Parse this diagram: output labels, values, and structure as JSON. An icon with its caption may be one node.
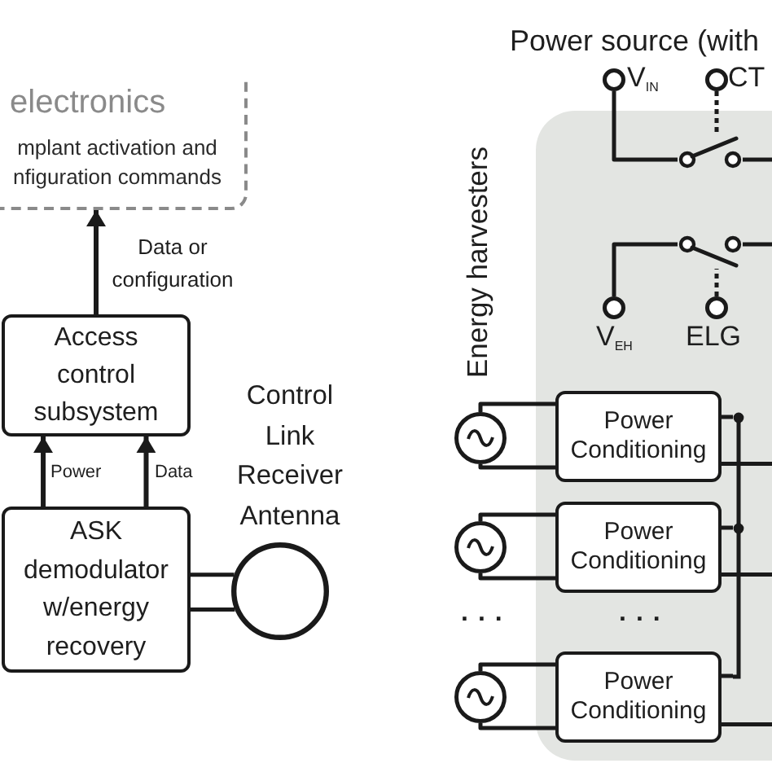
{
  "diagram": {
    "nodes": [
      {
        "text": [
          "electronics",
          "mplant activation and nfiguration commands"
        ]
      },
      {
        "text": [
          "Access control subsystem"
        ]
      },
      {
        "text": [
          "ASK demodulator w/energy recovery"
        ]
      },
      {
        "text": [],
        "shape": "circle",
        "beside": [
          "Control Link Receiver Antenna"
        ]
      },
      {
        "text": [],
        "shape": "circle",
        "beside": [
          "V$_{IN}$"
        ]
      },
      {
        "text": [],
        "shape": "circle",
        "beside": [
          "CT"
        ]
      },
      {
        "text": [],
        "shape": "switch"
      },
      {
        "text": [],
        "shape": "switch"
      },
      {
        "text": [],
        "shape": "circle",
        "beside": [
          "V$_{EH}$"
        ]
      },
      {
        "text": [],
        "shape": "circle",
        "beside": [
          "ELG"
        ]
      },
      {
        "text": [],
        "shape": "circle"
      },
      {
        "text": [
          "Power Conditioning"
        ]
      },
      {
        "text": [],
        "shape": "circle"
      },
      {
        "text": [
          "Power Conditioning"
        ]
      },
      {
        "text": [],
        "shape": "circle"
      },
      {
        "text": [
          "Power Conditioning"
        ]
      },
      {
        "text": [],
        "shape": "bar"
      }
    ],
    "edges": [
      {
        "from": 1,
        "to": 0,
        "arrow": "to",
        "label": "Data or configuration"
      },
      {
        "from": 2,
        "to": 1,
        "arrow": "to",
        "label": "Power"
      },
      {
        "from": 2,
        "to": 1,
        "arrow": "to",
        "label": "Data"
      },
      {
        "from": 2,
        "to": 3,
        "arrow": "none"
      },
      {
        "from": 2,
        "to": 3,
        "arrow": "none"
      },
      {
        "from": 4,
        "to": 6,
        "arrow": "none"
      },
      {
        "from": 5,
        "to": 6,
        "arrow": "none",
        "style": "dashed"
      },
      {
        "from": 6,
        "to": null,
        "arrow": "none"
      },
      {
        "from": 8,
        "to": 7,
        "arrow": "none"
      },
      {
        "from": 9,
        "to": 7,
        "arrow": "none",
        "style": "dashed"
      },
      {
        "from": 7,
        "to": null,
        "arrow": "none"
      },
      {
        "from": 10,
        "to": 11,
        "arrow": "none"
      },
      {
        "from": 10,
        "to": 11,
        "arrow": "none"
      },
      {
        "from": 11,
        "to": 16,
        "arrow": "none"
      },
      {
        "from": 11,
        "to": null,
        "arrow": "none"
      },
      {
        "from": 12,
        "to": 13,
        "arrow": "none"
      },
      {
        "from": 12,
        "to": 13,
        "arrow": "none"
      },
      {
        "from": 13,
        "to": 16,
        "arrow": "none"
      },
      {
        "from": 13,
        "to": null,
        "arrow": "none"
      },
      {
        "from": 14,
        "to": 15,
        "arrow": "none"
      },
      {
        "from": 14,
        "to": 15,
        "arrow": "none"
      },
      {
        "from": 15,
        "to": 16,
        "arrow": "none"
      },
      {
        "from": 15,
        "to": null,
        "arrow": "none"
      }
    ],
    "labels": [
      "Power source (with",
      "Energy harvesters",
      "...",
      "..."
    ]
  }
}
